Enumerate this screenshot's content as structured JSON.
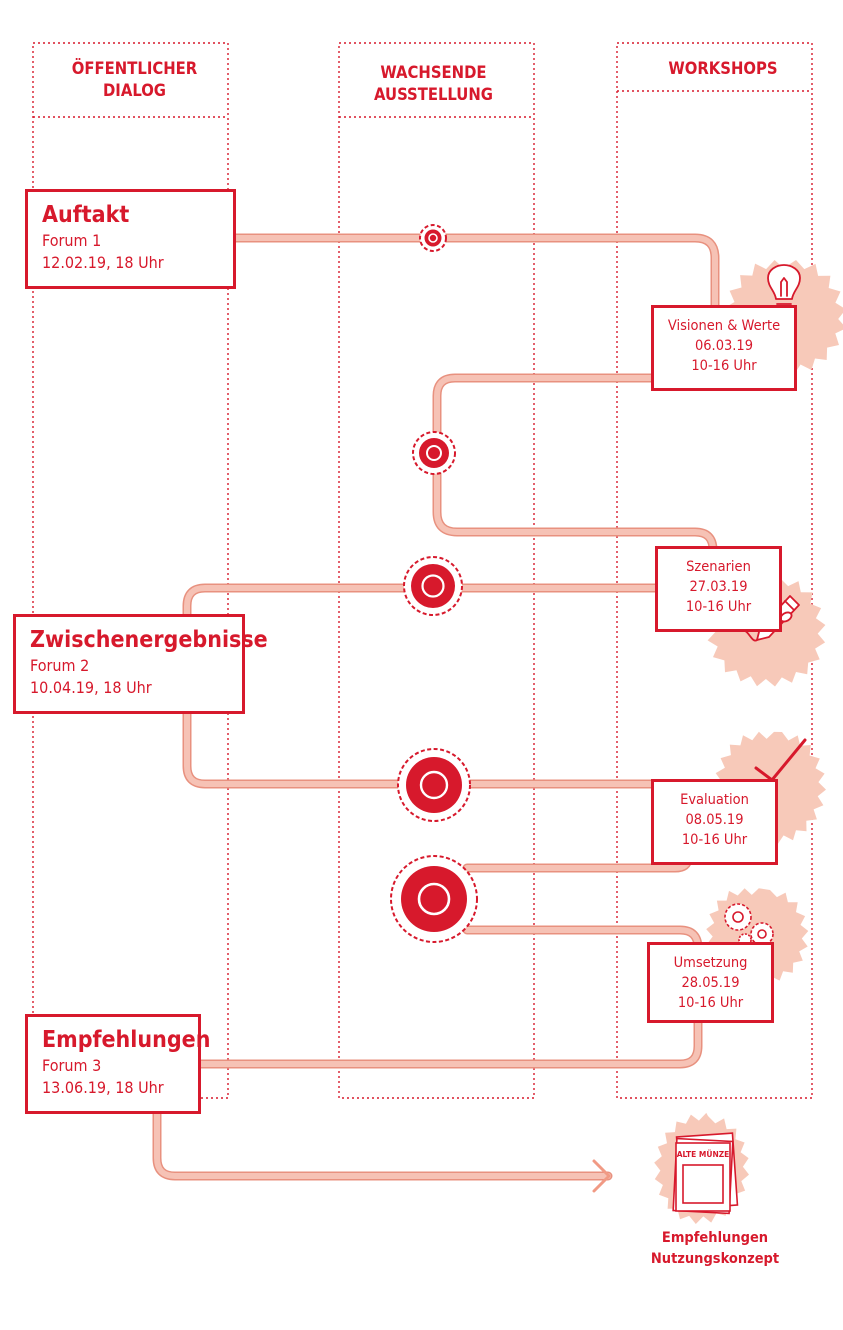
{
  "columns": [
    {
      "line1": "ÖFFENTLICHER",
      "line2": "DIALOG"
    },
    {
      "line1": "WACHSENDE",
      "line2": "AUSSTELLUNG"
    },
    {
      "line1": "WORKSHOPS",
      "line2": ""
    }
  ],
  "forums": [
    {
      "title": "Auftakt",
      "sub": "Forum 1",
      "date": "12.02.19, 18 Uhr"
    },
    {
      "title": "Zwischenergebnisse",
      "sub": "Forum 2",
      "date": "10.04.19, 18 Uhr"
    },
    {
      "title": "Empfehlungen",
      "sub": "Forum 3",
      "date": "13.06.19, 18 Uhr"
    }
  ],
  "workshops": [
    {
      "title": "Visionen & Werte",
      "date": "06.03.19",
      "time": "10-16 Uhr"
    },
    {
      "title": "Szenarien",
      "date": "27.03.19",
      "time": "10-16 Uhr"
    },
    {
      "title": "Evaluation",
      "date": "08.05.19",
      "time": "10-16 Uhr"
    },
    {
      "title": "Umsetzung",
      "date": "28.05.19",
      "time": "10-16 Uhr"
    }
  ],
  "outcome": {
    "doc_label": "ALTE MÜNZE",
    "line1": "Empfehlungen",
    "line2": "Nutzungskonzept"
  },
  "icons": [
    "lightbulb-icon",
    "pencil-icon",
    "checkmark-icon",
    "gears-icon",
    "document-icon"
  ],
  "colors": {
    "red": "#d7192c",
    "path": "#f6c2b5",
    "path_edge": "#e8917f",
    "badge": "#f7c9b9"
  }
}
